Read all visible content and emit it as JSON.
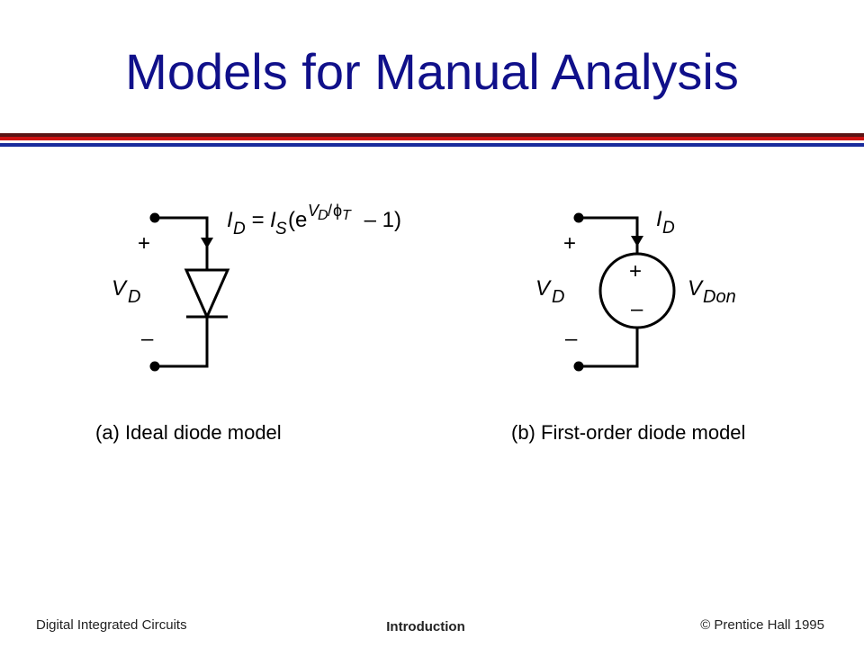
{
  "title": "Models for Manual Analysis",
  "colors": {
    "title": "#10108a",
    "rule_red": "#cc1111",
    "rule_dark": "#5a1414",
    "rule_blue": "#1a2b9c"
  },
  "model_a": {
    "equation": {
      "i": "I",
      "d": "D",
      "eq": " = ",
      "is_i": "I",
      "is_s": "S",
      "open": "(e",
      "exp_v": "V",
      "exp_d": "D",
      "exp_slash": "/",
      "exp_phi": "ϕ",
      "exp_t": "T",
      "tail": " – 1)"
    },
    "plus": "+",
    "minus": "–",
    "vd_v": "V",
    "vd_d": "D",
    "caption": "(a) Ideal diode model"
  },
  "model_b": {
    "id_i": "I",
    "id_d": "D",
    "plus": "+",
    "minus": "–",
    "vd_v": "V",
    "vd_d": "D",
    "src_plus": "+",
    "src_minus": "–",
    "vdon_v": "V",
    "vdon_sub": "Don",
    "caption": "(b) First-order diode model"
  },
  "footer": {
    "left": "Digital Integrated Circuits",
    "center": "Introduction",
    "right": "© Prentice Hall 1995"
  }
}
